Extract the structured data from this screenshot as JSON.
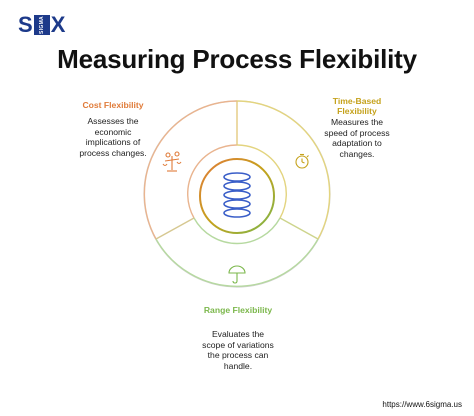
{
  "logo": {
    "left": "S",
    "middle": "SIGMA",
    "right": "X"
  },
  "title": "Measuring Process Flexibility",
  "sections": {
    "cost": {
      "title": "Cost Flexibility",
      "description": [
        "Assesses the",
        "economic",
        "implications of",
        "process changes."
      ]
    },
    "time": {
      "title": [
        "Time-Based",
        "Flexibility"
      ],
      "description": [
        "Measures the",
        "speed of process",
        "adaptation to",
        "changes."
      ]
    },
    "range": {
      "title": "Range Flexibility",
      "description": [
        "Evaluates the",
        "scope of variations",
        "the process can",
        "handle."
      ]
    }
  },
  "colors": {
    "cost": "#e07b39",
    "time": "#c5a21c",
    "range": "#7bb74b",
    "center": "#3a5ec8",
    "brand": "#1d3a8a"
  },
  "icons": {
    "cost": "money-bag-scale-icon",
    "time": "stopwatch-icon",
    "range": "umbrella-icon",
    "center": "spring-icon"
  },
  "url": "https://www.6sigma.us"
}
